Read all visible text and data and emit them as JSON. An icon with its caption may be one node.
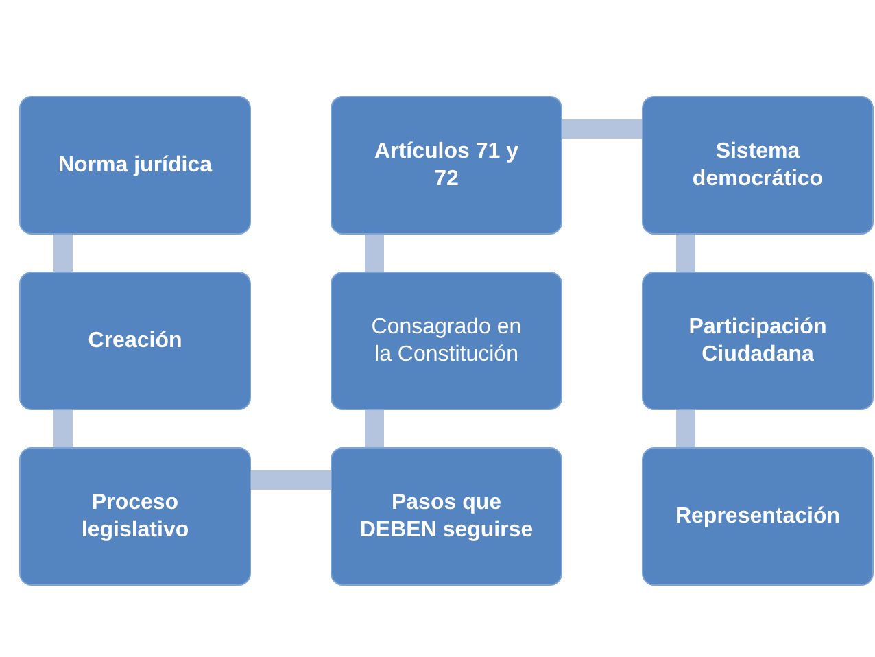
{
  "diagram": {
    "nodes": [
      {
        "text": [
          "Norma jurídica"
        ]
      },
      {
        "text": [
          "Creación"
        ]
      },
      {
        "text": [
          "Proceso legislativo"
        ]
      },
      {
        "text": [
          "Pasos que DEBEN seguirse"
        ]
      },
      {
        "text": [
          "Consagrado en la Constitución"
        ]
      },
      {
        "text": [
          "Artículos 71 y 72"
        ]
      },
      {
        "text": [
          "Sistema democrático"
        ]
      },
      {
        "text": [
          "Participación Ciudadana"
        ]
      },
      {
        "text": [
          "Representación"
        ]
      }
    ],
    "edges": [
      {
        "from": 0,
        "to": 1,
        "arrow": "none"
      },
      {
        "from": 1,
        "to": 2,
        "arrow": "none"
      },
      {
        "from": 2,
        "to": 3,
        "arrow": "none"
      },
      {
        "from": 3,
        "to": 4,
        "arrow": "none"
      },
      {
        "from": 4,
        "to": 5,
        "arrow": "none"
      },
      {
        "from": 5,
        "to": 6,
        "arrow": "none"
      },
      {
        "from": 6,
        "to": 7,
        "arrow": "none"
      },
      {
        "from": 7,
        "to": 8,
        "arrow": "none"
      }
    ]
  }
}
